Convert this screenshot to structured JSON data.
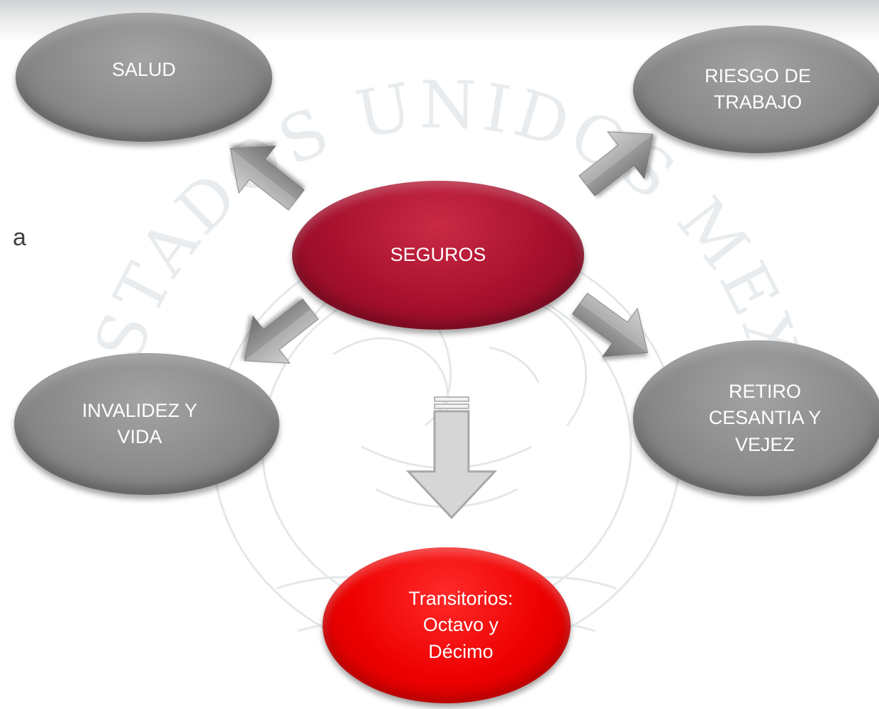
{
  "stray_text": "a",
  "nodes": {
    "salud": "SALUD",
    "riesgo": "RIESGO DE\nTRABAJO",
    "seguros": "SEGUROS",
    "invalidez": "INVALIDEZ Y\nVIDA",
    "retiro": "RETIRO\nCESANTIA Y\nVEJEZ",
    "transitorios": "Transitorios:\nOctavo y\nDécimo"
  },
  "colors": {
    "node_gray": "#8a8a8a",
    "node_center": "#a6102d",
    "node_highlight": "#ee0000",
    "arrow": "#9a9a9a",
    "down_arrow_fill": "#d4d4d4",
    "background_seal": "#e4e8ea"
  },
  "watermark": "ESTADOS UNIDOS MEXICANOS seal",
  "connectors": [
    "seguros-to-salud",
    "seguros-to-riesgo",
    "seguros-to-invalidez",
    "seguros-to-retiro",
    "seguros-to-transitorios"
  ]
}
